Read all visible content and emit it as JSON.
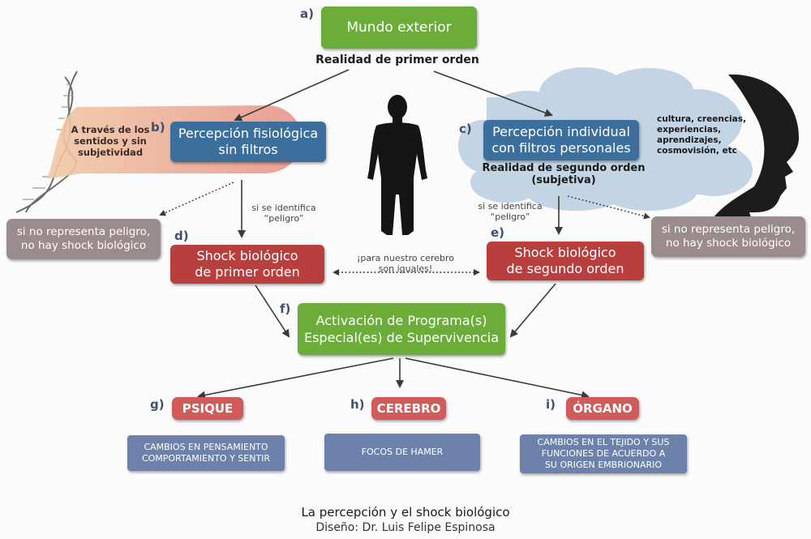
{
  "labels": {
    "a": "a)",
    "b": "b)",
    "c": "c)",
    "d": "d)",
    "e": "e)",
    "f": "f)",
    "g": "g)",
    "h": "h)",
    "i": "i)"
  },
  "top": {
    "box": "Mundo exterior",
    "subtitle": "Realidad de primer orden"
  },
  "left_cloud": {
    "note_lines": [
      "A través de los",
      "sentidos y sin",
      "subjetividad"
    ],
    "box_lines": [
      "Percepción fisiológica",
      "sin filtros"
    ]
  },
  "right_cloud": {
    "box_lines": [
      "Percepción individual",
      "con filtros personales"
    ],
    "subtitle_lines": [
      "Realidad de segundo orden",
      "(subjetiva)"
    ],
    "filters": [
      "cultura, creencias,",
      "experiencias,",
      "aprendizajes,",
      "cosmovisión, etc"
    ]
  },
  "danger_note": {
    "line1": "si se identifica",
    "line2": "“peligro”"
  },
  "no_danger": {
    "line1": "si no representa peligro,",
    "line2": "no hay shock biológico"
  },
  "shock1": [
    "Shock biológico",
    "de primer orden"
  ],
  "shock2": [
    "Shock biológico",
    "de segundo orden"
  ],
  "middle_note": [
    "¡para nuestro cerebro",
    "son iguales!"
  ],
  "activation": [
    "Activación de Programa(s)",
    "Especial(es) de Supervivencia"
  ],
  "outcomes": [
    {
      "label": "PSIQUE",
      "desc": [
        "CAMBIOS EN PENSAMIENTO",
        "COMPORTAMIENTO Y SENTIR"
      ]
    },
    {
      "label": "CEREBRO",
      "desc": [
        "FOCOS DE HAMER"
      ]
    },
    {
      "label": "ÓRGANO",
      "desc": [
        "CAMBIOS EN EL TEJIDO Y SUS",
        "FUNCIONES DE ACUERDO A",
        "SU ORIGEN EMBRIONARIO"
      ]
    }
  ],
  "caption": {
    "title": "La percepción y el shock biológico",
    "credit": "Diseño: Dr. Luis Felipe Espinosa"
  },
  "colors": {
    "green": "#6cad3a",
    "blue": "#3c6f9c",
    "red": "#b93f3f",
    "gray": "#9a8c8c",
    "pill": "#d15a5a",
    "slate": "#6d82aa",
    "left_cloud": "#e9a08a",
    "right_cloud": "#c3d5e4",
    "head": "#1c1c1c"
  }
}
